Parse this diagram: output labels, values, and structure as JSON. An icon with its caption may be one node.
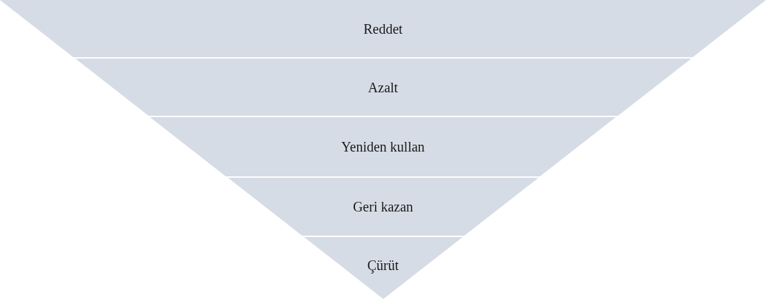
{
  "diagram": {
    "nodes": [
      {
        "text": [
          "Reddet"
        ]
      },
      {
        "text": [
          "Azalt"
        ]
      },
      {
        "text": [
          "Yeniden kullan"
        ]
      },
      {
        "text": [
          "Geri kazan"
        ]
      },
      {
        "text": [
          "Çürüt"
        ]
      }
    ]
  }
}
